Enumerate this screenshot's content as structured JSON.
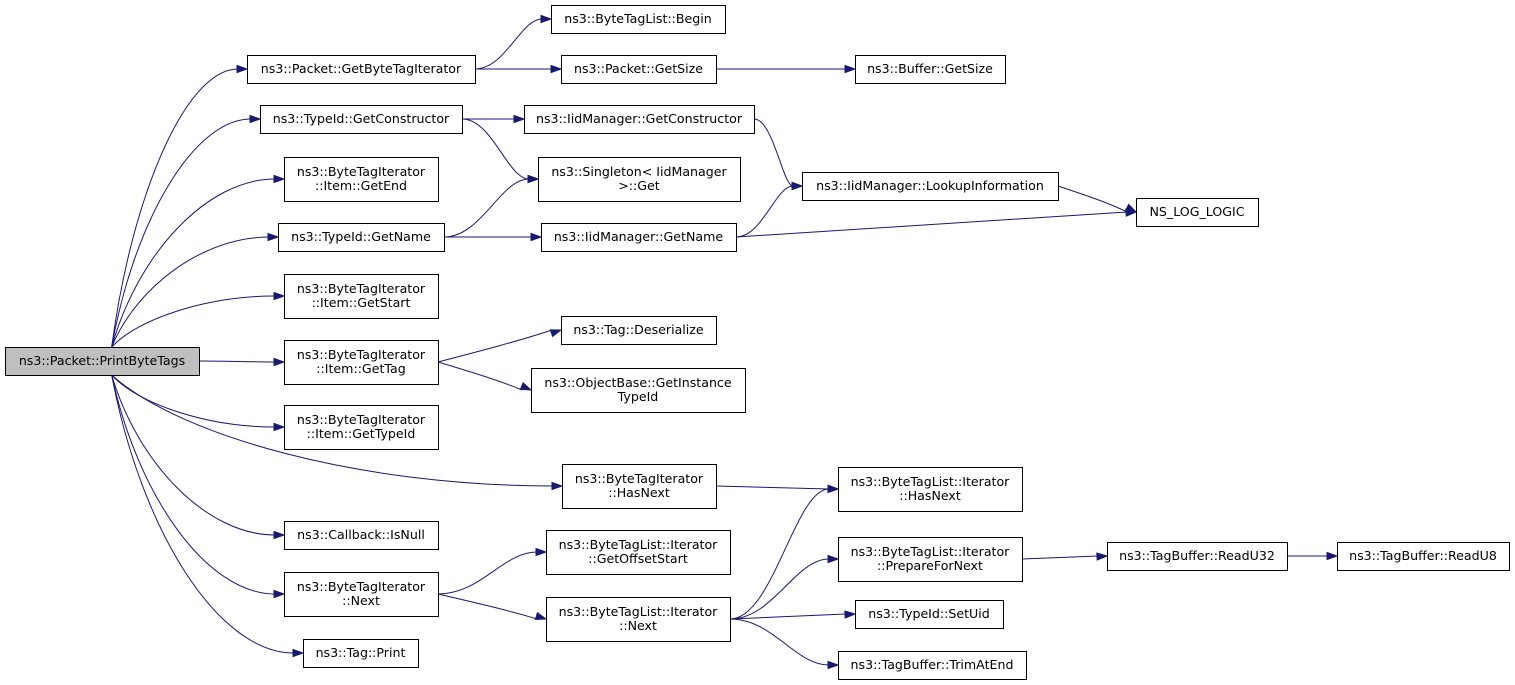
{
  "diagram": {
    "type": "call-graph",
    "colors": {
      "edge": "#191970",
      "root_fill": "#bfbfbf",
      "node_fill": "#ffffff",
      "node_border": "#000000"
    },
    "nodes": [
      {
        "id": "n0",
        "lines": [
          "ns3::Packet::PrintByteTags"
        ],
        "root": true
      },
      {
        "id": "n1",
        "lines": [
          "ns3::Packet::GetByteTagIterator"
        ]
      },
      {
        "id": "n2",
        "lines": [
          "ns3::ByteTagList::Begin"
        ]
      },
      {
        "id": "n3",
        "lines": [
          "ns3::Packet::GetSize"
        ]
      },
      {
        "id": "n4",
        "lines": [
          "ns3::Buffer::GetSize"
        ]
      },
      {
        "id": "n5",
        "lines": [
          "ns3::TypeId::GetConstructor"
        ]
      },
      {
        "id": "n6",
        "lines": [
          "ns3::IidManager::GetConstructor"
        ]
      },
      {
        "id": "n7",
        "lines": [
          "ns3::Singleton< IidManager",
          ">::Get"
        ]
      },
      {
        "id": "n8",
        "lines": [
          "ns3::IidManager::LookupInformation"
        ]
      },
      {
        "id": "n9",
        "lines": [
          "NS_LOG_LOGIC"
        ]
      },
      {
        "id": "n10",
        "lines": [
          "ns3::ByteTagIterator",
          "::Item::GetEnd"
        ]
      },
      {
        "id": "n11",
        "lines": [
          "ns3::TypeId::GetName"
        ]
      },
      {
        "id": "n12",
        "lines": [
          "ns3::IidManager::GetName"
        ]
      },
      {
        "id": "n13",
        "lines": [
          "ns3::ByteTagIterator",
          "::Item::GetStart"
        ]
      },
      {
        "id": "n14",
        "lines": [
          "ns3::ByteTagIterator",
          "::Item::GetTag"
        ]
      },
      {
        "id": "n15",
        "lines": [
          "ns3::Tag::Deserialize"
        ]
      },
      {
        "id": "n16",
        "lines": [
          "ns3::ObjectBase::GetInstance",
          "TypeId"
        ]
      },
      {
        "id": "n17",
        "lines": [
          "ns3::ByteTagIterator",
          "::Item::GetTypeId"
        ]
      },
      {
        "id": "n18",
        "lines": [
          "ns3::ByteTagIterator",
          "::HasNext"
        ]
      },
      {
        "id": "n19",
        "lines": [
          "ns3::ByteTagList::Iterator",
          "::HasNext"
        ]
      },
      {
        "id": "n20",
        "lines": [
          "ns3::Callback::IsNull"
        ]
      },
      {
        "id": "n21",
        "lines": [
          "ns3::ByteTagList::Iterator",
          "::GetOffsetStart"
        ]
      },
      {
        "id": "n22",
        "lines": [
          "ns3::ByteTagIterator",
          "::Next"
        ]
      },
      {
        "id": "n23",
        "lines": [
          "ns3::ByteTagList::Iterator",
          "::PrepareForNext"
        ]
      },
      {
        "id": "n24",
        "lines": [
          "ns3::TagBuffer::ReadU32"
        ]
      },
      {
        "id": "n25",
        "lines": [
          "ns3::TagBuffer::ReadU8"
        ]
      },
      {
        "id": "n26",
        "lines": [
          "ns3::ByteTagList::Iterator",
          "::Next"
        ]
      },
      {
        "id": "n27",
        "lines": [
          "ns3::TypeId::SetUid"
        ]
      },
      {
        "id": "n28",
        "lines": [
          "ns3::TagBuffer::TrimAtEnd"
        ]
      },
      {
        "id": "n29",
        "lines": [
          "ns3::Tag::Print"
        ]
      }
    ],
    "edges": [
      [
        "n0",
        "n1"
      ],
      [
        "n0",
        "n5"
      ],
      [
        "n0",
        "n10"
      ],
      [
        "n0",
        "n11"
      ],
      [
        "n0",
        "n13"
      ],
      [
        "n0",
        "n14"
      ],
      [
        "n0",
        "n17"
      ],
      [
        "n0",
        "n18"
      ],
      [
        "n0",
        "n20"
      ],
      [
        "n0",
        "n22"
      ],
      [
        "n0",
        "n29"
      ],
      [
        "n1",
        "n2"
      ],
      [
        "n1",
        "n3"
      ],
      [
        "n3",
        "n4"
      ],
      [
        "n5",
        "n6"
      ],
      [
        "n5",
        "n7"
      ],
      [
        "n6",
        "n8"
      ],
      [
        "n8",
        "n9"
      ],
      [
        "n11",
        "n7"
      ],
      [
        "n11",
        "n12"
      ],
      [
        "n12",
        "n8"
      ],
      [
        "n12",
        "n9"
      ],
      [
        "n14",
        "n15"
      ],
      [
        "n14",
        "n16"
      ],
      [
        "n18",
        "n19"
      ],
      [
        "n22",
        "n21"
      ],
      [
        "n22",
        "n26"
      ],
      [
        "n26",
        "n19"
      ],
      [
        "n26",
        "n23"
      ],
      [
        "n26",
        "n27"
      ],
      [
        "n26",
        "n28"
      ],
      [
        "n23",
        "n24"
      ],
      [
        "n24",
        "n25"
      ]
    ]
  }
}
